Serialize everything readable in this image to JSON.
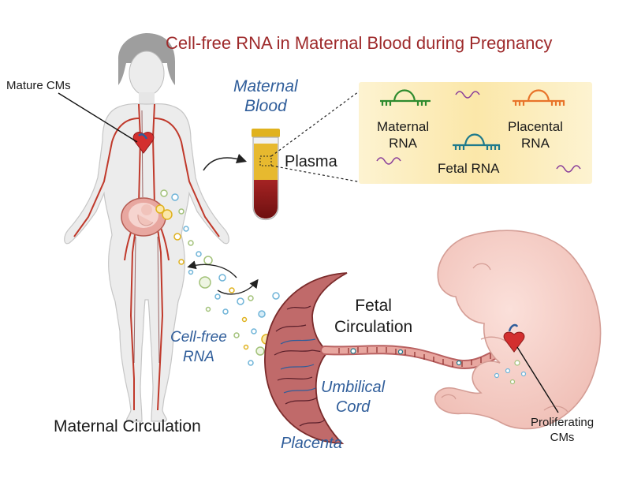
{
  "title": "Cell-free RNA in Maternal Blood during Pregnancy",
  "labels": {
    "mature_cms": "Mature CMs",
    "maternal_blood_1": "Maternal",
    "maternal_blood_2": "Blood",
    "plasma": "Plasma",
    "maternal_rna_1": "Maternal",
    "maternal_rna_2": "RNA",
    "placental_rna_1": "Placental",
    "placental_rna_2": "RNA",
    "fetal_rna": "Fetal RNA",
    "fetal_circulation_1": "Fetal",
    "fetal_circulation_2": "Circulation",
    "cell_free_rna_1": "Cell-free",
    "cell_free_rna_2": "RNA",
    "umbilical_cord_1": "Umbilical",
    "umbilical_cord_2": "Cord",
    "placenta": "Placenta",
    "maternal_circulation": "Maternal Circulation",
    "proliferating_cms_1": "Proliferating",
    "proliferating_cms_2": "CMs"
  },
  "colors": {
    "title": "#9e2a2b",
    "italic_labels": "#2f5d9a",
    "maternal_rna": "#2e8b2e",
    "placental_rna": "#e8742a",
    "fetal_rna": "#1f7a8c",
    "background_rna": "#8a3f9a",
    "plasma": "#e0b21e",
    "blood": "#8b1a1a",
    "skin": "#ececec",
    "fetus_skin": "#f3c9c3",
    "placenta": "#c06a6a",
    "vessel": "#c0392b"
  },
  "icons": [
    "female-body-icon",
    "heart-icon",
    "blood-tube-icon",
    "rna-strand-icon",
    "placenta-icon",
    "umbilical-cord-icon",
    "fetus-icon",
    "fetal-heart-icon",
    "cfrna-particle-icon",
    "exchange-arrows-icon"
  ]
}
